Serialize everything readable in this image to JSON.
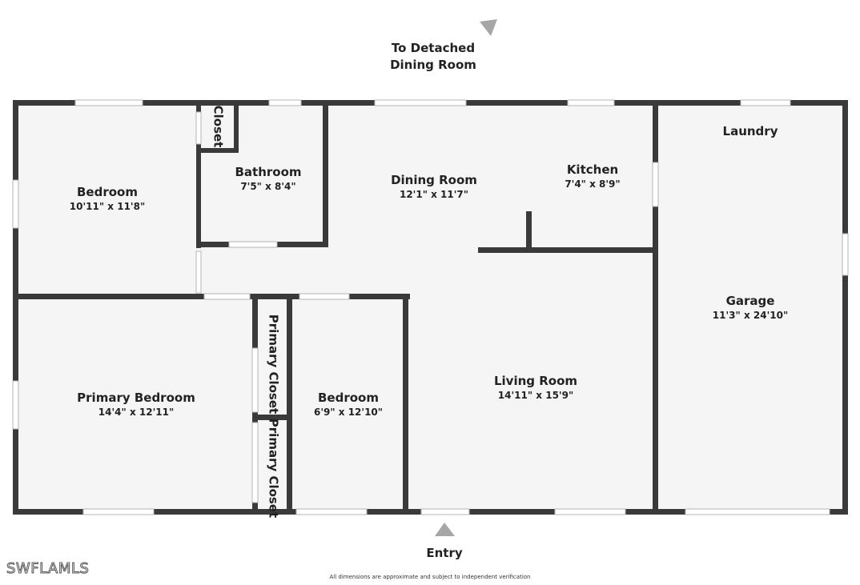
{
  "rooms": {
    "bedroom_nw": {
      "name": "Bedroom",
      "dims": "10'11\" x 11'8\""
    },
    "closet_top": {
      "name": "Closet"
    },
    "bathroom": {
      "name": "Bathroom",
      "dims": "7'5\" x 8'4\""
    },
    "dining_room": {
      "name": "Dining Room",
      "dims": "12'1\" x 11'7\""
    },
    "kitchen": {
      "name": "Kitchen",
      "dims": "7'4\" x 8'9\""
    },
    "laundry": {
      "name": "Laundry"
    },
    "garage": {
      "name": "Garage",
      "dims": "11'3\" x 24'10\""
    },
    "primary_bedroom": {
      "name": "Primary Bedroom",
      "dims": "14'4\" x 12'11\""
    },
    "primary_closet_1": {
      "name": "Primary Closet"
    },
    "primary_closet_2": {
      "name": "Primary Closet"
    },
    "bedroom_s": {
      "name": "Bedroom",
      "dims": "6'9\" x 12'10\""
    },
    "living_room": {
      "name": "Living Room",
      "dims": "14'11\" x 15'9\""
    }
  },
  "annotations": {
    "detached_line1": "To Detached",
    "detached_line2": "Dining Room",
    "entry": "Entry",
    "disclaimer": "All dimensions are approximate and subject to independent verification",
    "watermark": "SWFLAMLS"
  },
  "colors": {
    "wall": "#3a3a3a",
    "floor": "#f5f5f5",
    "arrow": "#a6a6a6"
  }
}
